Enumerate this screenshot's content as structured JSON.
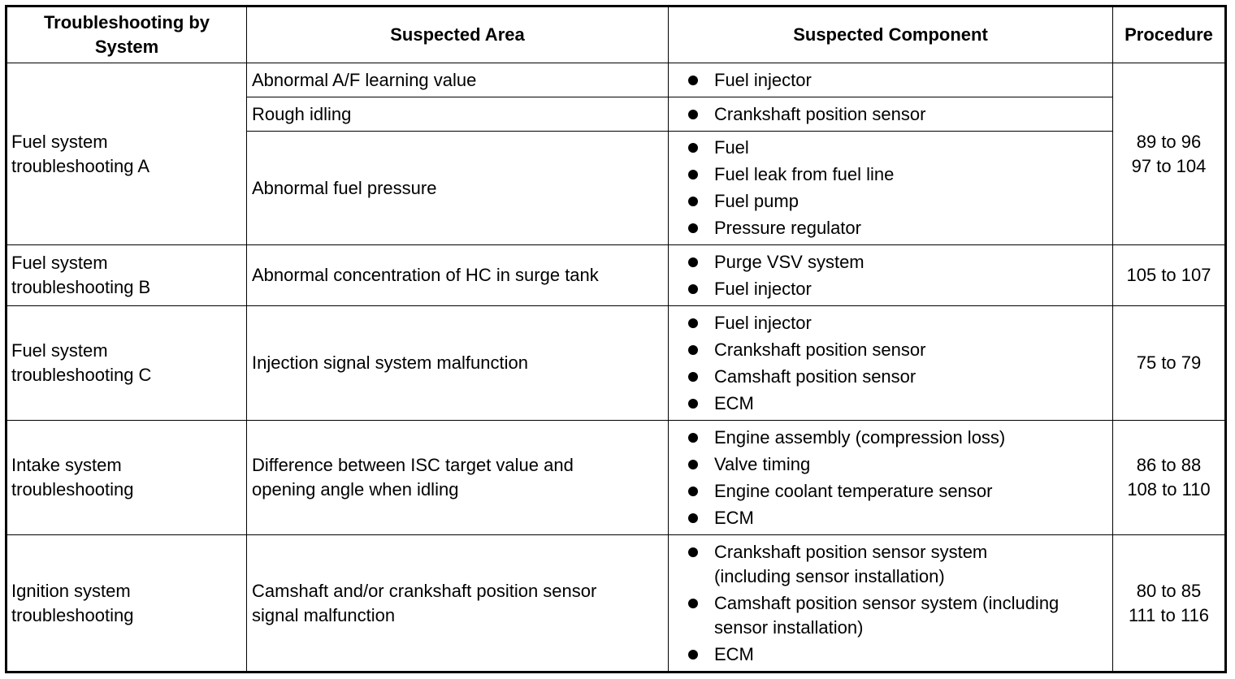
{
  "headers": {
    "system": "Troubleshooting by System",
    "area": "Suspected Area",
    "component": "Suspected Component",
    "procedure": "Procedure"
  },
  "rows": [
    {
      "system": "Fuel system\ntroubleshooting A",
      "procedure": "89 to 96\n97 to 104",
      "areas": [
        {
          "area": "Abnormal A/F learning value",
          "components": [
            "Fuel injector"
          ]
        },
        {
          "area": "Rough idling",
          "components": [
            "Crankshaft position sensor"
          ]
        },
        {
          "area": "Abnormal fuel pressure",
          "components": [
            "Fuel",
            "Fuel leak from fuel line",
            "Fuel pump",
            "Pressure regulator"
          ]
        }
      ]
    },
    {
      "system": "Fuel system\ntroubleshooting B",
      "procedure": "105 to 107",
      "areas": [
        {
          "area": "Abnormal concentration of HC in surge tank",
          "components": [
            "Purge VSV system",
            "Fuel injector"
          ]
        }
      ]
    },
    {
      "system": "Fuel system\ntroubleshooting C",
      "procedure": "75 to 79",
      "areas": [
        {
          "area": "Injection signal system malfunction",
          "components": [
            "Fuel injector",
            "Crankshaft position sensor",
            "Camshaft position sensor",
            "ECM"
          ]
        }
      ]
    },
    {
      "system": "Intake system\ntroubleshooting",
      "procedure": "86 to 88\n108 to 110",
      "areas": [
        {
          "area": "Difference between ISC target value and\nopening angle when idling",
          "components": [
            "Engine assembly (compression loss)",
            "Valve timing",
            "Engine coolant temperature sensor",
            "ECM"
          ]
        }
      ]
    },
    {
      "system": "Ignition system\ntroubleshooting",
      "procedure": "80 to 85\n111 to 116",
      "areas": [
        {
          "area": "Camshaft and/or crankshaft position sensor\nsignal malfunction",
          "components": [
            "Crankshaft position sensor system\n(including sensor installation)",
            "Camshaft position sensor system (including\nsensor installation)",
            "ECM"
          ]
        }
      ]
    }
  ]
}
